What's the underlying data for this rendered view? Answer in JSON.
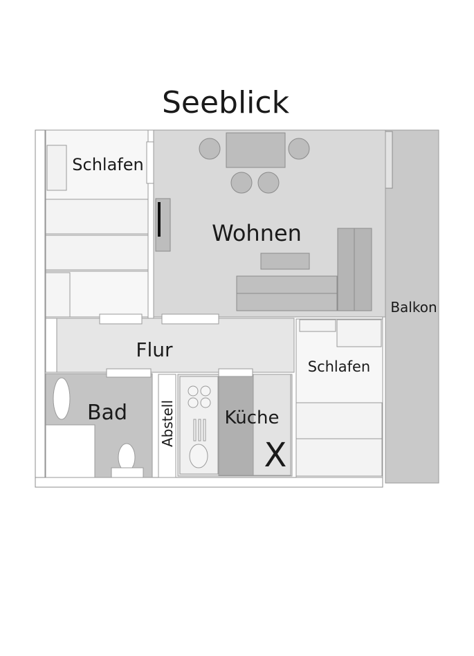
{
  "title": "Seeblick",
  "rooms": {
    "schlafen_top": "Schlafen",
    "wohnen": "Wohnen",
    "balkon": "Balkon",
    "flur": "Flur",
    "schlafen_right": "Schlafen",
    "bad": "Bad",
    "abstell": "Abstell",
    "kueche": "Küche"
  },
  "marker": "X",
  "colors": {
    "light_room": "#f7f7f7",
    "grey_room": "#d9d9d9",
    "mid_grey": "#bdbdbd",
    "dark_furniture": "#a6a6a6",
    "hall": "#e6e6e6"
  }
}
